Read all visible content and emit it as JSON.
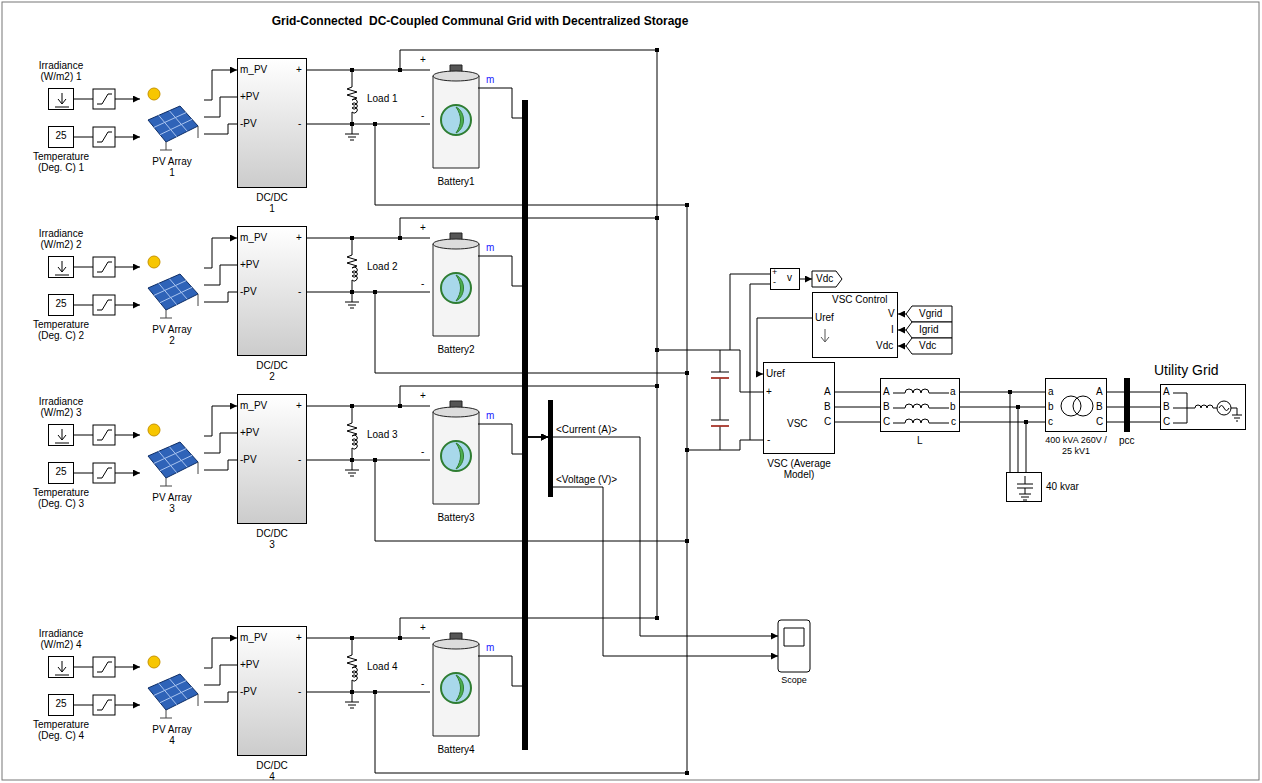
{
  "diagram": {
    "title": "Grid-Connected  DC-Coupled Communal Grid with Decentralized Storage",
    "nodes": [
      {
        "text": [
          "Irradiance (W/m2) 1"
        ]
      },
      {
        "text": [
          "25",
          "Temperature (Deg. C) 1"
        ]
      },
      {
        "text": [
          "PV Array 1"
        ]
      },
      {
        "text": [
          "m_PV",
          "+PV",
          "-PV",
          "+",
          "-",
          "DC/DC 1"
        ]
      },
      {
        "text": [
          "Load 1"
        ]
      },
      {
        "text": [
          "+",
          "-",
          "m",
          "Battery1"
        ]
      },
      {
        "text": [
          "Irradiance (W/m2) 2"
        ]
      },
      {
        "text": [
          "25",
          "Temperature (Deg. C) 2"
        ]
      },
      {
        "text": [
          "PV Array 2"
        ]
      },
      {
        "text": [
          "m_PV",
          "+PV",
          "-PV",
          "+",
          "-",
          "DC/DC 2"
        ]
      },
      {
        "text": [
          "Load 2"
        ]
      },
      {
        "text": [
          "+",
          "-",
          "m",
          "Battery2"
        ]
      },
      {
        "text": [
          "Irradiance (W/m2) 3"
        ]
      },
      {
        "text": [
          "25",
          "Temperature (Deg. C) 3"
        ]
      },
      {
        "text": [
          "PV Array 3"
        ]
      },
      {
        "text": [
          "m_PV",
          "+PV",
          "-PV",
          "+",
          "-",
          "DC/DC 3"
        ]
      },
      {
        "text": [
          "Load 3"
        ]
      },
      {
        "text": [
          "+",
          "-",
          "m",
          "Battery3"
        ]
      },
      {
        "text": [
          "Irradiance (W/m2) 4"
        ]
      },
      {
        "text": [
          "25",
          "Temperature (Deg. C) 4"
        ]
      },
      {
        "text": [
          "PV Array 4"
        ]
      },
      {
        "text": [
          "m_PV",
          "+PV",
          "-PV",
          "+",
          "-",
          "DC/DC 4"
        ]
      },
      {
        "text": [
          "Load 4"
        ]
      },
      {
        "text": [
          "+",
          "-",
          "m",
          "Battery4"
        ]
      },
      {
        "text": [
          "<Current (A)>",
          "<Voltage (V)>"
        ]
      },
      {
        "text": [
          "+",
          "-",
          "v"
        ]
      },
      {
        "text": [
          "Vdc"
        ]
      },
      {
        "text": [
          "Uref",
          "V",
          "I",
          "Vdc",
          "VSC Control"
        ]
      },
      {
        "text": [
          "Vgrid"
        ]
      },
      {
        "text": [
          "Igrid"
        ]
      },
      {
        "text": [
          "Vdc"
        ]
      },
      {
        "text": [
          "Uref",
          "+",
          "-",
          "A",
          "B",
          "C",
          "VSC",
          "VSC (Average Model)"
        ]
      },
      {
        "text": [
          "A",
          "B",
          "C",
          "a",
          "b",
          "c",
          "L"
        ]
      },
      {
        "text": [
          "a",
          "b",
          "c",
          "A",
          "B",
          "C",
          "400 kVA 260V / 25 kV1"
        ]
      },
      {
        "text": [
          "40 kvar"
        ]
      },
      {
        "text": [
          "pcc"
        ]
      },
      {
        "text": [
          "A",
          "B",
          "C",
          "Utility Grid"
        ]
      },
      {
        "text": [
          "Scope"
        ]
      }
    ],
    "edges": [
      {
        "from": 0,
        "to": 2,
        "arrow": "to"
      },
      {
        "from": 1,
        "to": 2,
        "arrow": "to"
      },
      {
        "from": 2,
        "to": 3,
        "arrow": "to"
      },
      {
        "from": 2,
        "to": 3,
        "arrow": "none"
      },
      {
        "from": 2,
        "to": 3,
        "arrow": "none"
      },
      {
        "from": 3,
        "to": 5,
        "arrow": "none"
      },
      {
        "from": 3,
        "to": 5,
        "arrow": "none"
      },
      {
        "from": 5,
        "to": 24,
        "arrow": "to"
      },
      {
        "from": 6,
        "to": 8,
        "arrow": "to"
      },
      {
        "from": 7,
        "to": 8,
        "arrow": "to"
      },
      {
        "from": 8,
        "to": 9,
        "arrow": "to"
      },
      {
        "from": 8,
        "to": 9,
        "arrow": "none"
      },
      {
        "from": 8,
        "to": 9,
        "arrow": "none"
      },
      {
        "from": 9,
        "to": 11,
        "arrow": "none"
      },
      {
        "from": 9,
        "to": 11,
        "arrow": "none"
      },
      {
        "from": 11,
        "to": 24,
        "arrow": "to"
      },
      {
        "from": 12,
        "to": 14,
        "arrow": "to"
      },
      {
        "from": 13,
        "to": 14,
        "arrow": "to"
      },
      {
        "from": 14,
        "to": 15,
        "arrow": "to"
      },
      {
        "from": 14,
        "to": 15,
        "arrow": "none"
      },
      {
        "from": 14,
        "to": 15,
        "arrow": "none"
      },
      {
        "from": 15,
        "to": 17,
        "arrow": "none"
      },
      {
        "from": 15,
        "to": 17,
        "arrow": "none"
      },
      {
        "from": 17,
        "to": 24,
        "arrow": "to"
      },
      {
        "from": 18,
        "to": 20,
        "arrow": "to"
      },
      {
        "from": 19,
        "to": 20,
        "arrow": "to"
      },
      {
        "from": 20,
        "to": 21,
        "arrow": "to"
      },
      {
        "from": 20,
        "to": 21,
        "arrow": "none"
      },
      {
        "from": 20,
        "to": 21,
        "arrow": "none"
      },
      {
        "from": 21,
        "to": 23,
        "arrow": "none"
      },
      {
        "from": 21,
        "to": 23,
        "arrow": "none"
      },
      {
        "from": 23,
        "to": 24,
        "arrow": "to"
      },
      {
        "from": 25,
        "to": 26,
        "arrow": "to"
      },
      {
        "from": 28,
        "to": 27,
        "arrow": "to"
      },
      {
        "from": 29,
        "to": 27,
        "arrow": "to"
      },
      {
        "from": 30,
        "to": 27,
        "arrow": "to"
      },
      {
        "from": 27,
        "to": 31,
        "arrow": "to"
      },
      {
        "from": 31,
        "to": 32,
        "arrow": "none"
      },
      {
        "from": 31,
        "to": 32,
        "arrow": "none"
      },
      {
        "from": 31,
        "to": 32,
        "arrow": "none"
      },
      {
        "from": 32,
        "to": 33,
        "arrow": "none"
      },
      {
        "from": 32,
        "to": 33,
        "arrow": "none"
      },
      {
        "from": 32,
        "to": 33,
        "arrow": "none"
      },
      {
        "from": 33,
        "to": 35,
        "arrow": "none"
      },
      {
        "from": 33,
        "to": 35,
        "arrow": "none"
      },
      {
        "from": 33,
        "to": 35,
        "arrow": "none"
      },
      {
        "from": 35,
        "to": 36,
        "arrow": "none"
      },
      {
        "from": 35,
        "to": 36,
        "arrow": "none"
      },
      {
        "from": 35,
        "to": 36,
        "arrow": "none"
      },
      {
        "from": 24,
        "to": 37,
        "arrow": "to"
      },
      {
        "from": 24,
        "to": 37,
        "arrow": "to"
      }
    ]
  }
}
